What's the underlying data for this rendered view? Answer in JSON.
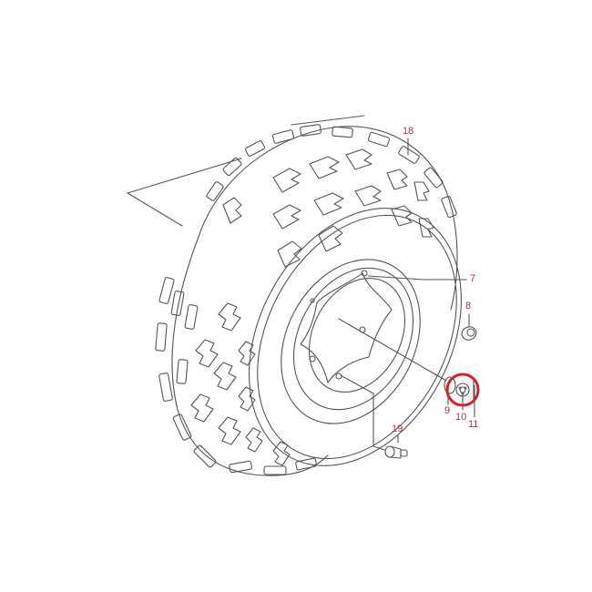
{
  "diagram": {
    "subject": "ATV front wheel exploded parts view",
    "line_color": "#555555",
    "label_color": "#a33a3a",
    "highlight_color": "#d42027",
    "callouts": [
      {
        "id": "18",
        "label": "18",
        "part": "tire"
      },
      {
        "id": "7",
        "label": "7",
        "part": "wheel-rim"
      },
      {
        "id": "8",
        "label": "8",
        "part": "wheel-nut"
      },
      {
        "id": "9",
        "label": "9",
        "part": "o-ring"
      },
      {
        "id": "10",
        "label": "10",
        "part": "hub-cap-nut"
      },
      {
        "id": "11",
        "label": "11",
        "part": "cotter-pin"
      },
      {
        "id": "19",
        "label": "19",
        "part": "valve-stem"
      }
    ],
    "highlight": {
      "target": "10",
      "shape": "circle"
    }
  }
}
